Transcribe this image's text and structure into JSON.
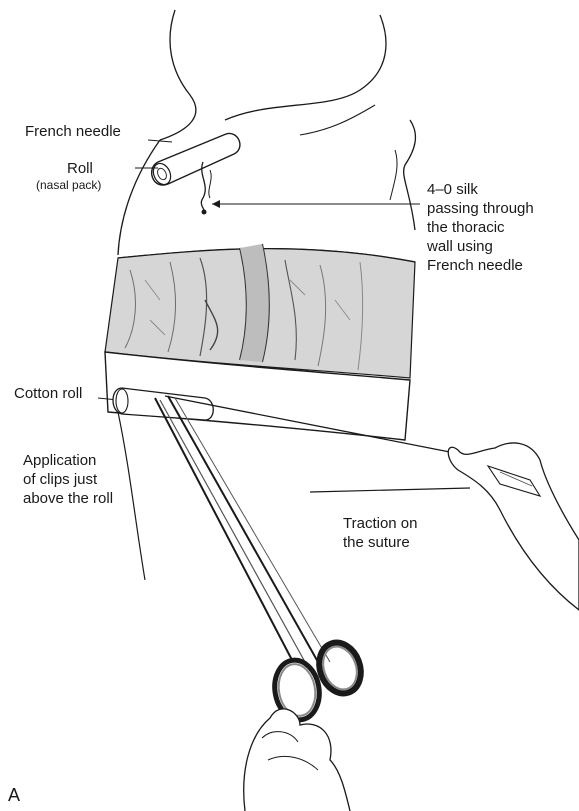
{
  "labels": {
    "french_needle": "French needle",
    "roll": "Roll",
    "nasal_pack": "(nasal pack)",
    "silk_1": "4–0 silk",
    "silk_2": "passing through",
    "silk_3": "the thoracic",
    "silk_4": "wall using",
    "silk_5": "French needle",
    "cotton_roll": "Cotton roll",
    "clips_1": "Application",
    "clips_2": "of clips just",
    "clips_3": "above the roll",
    "traction_1": "Traction on",
    "traction_2": "the suture",
    "panel": "A"
  },
  "colors": {
    "ink": "#1a1a1a",
    "skin": "#ffffff",
    "tissue": "#cfcfcf",
    "tissue_dark": "#7a7a7a",
    "clip_handle": "#8a8a8a"
  }
}
